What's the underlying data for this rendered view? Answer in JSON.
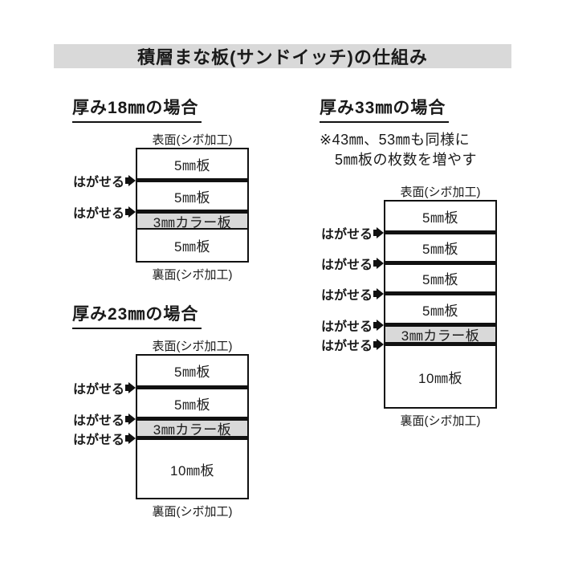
{
  "title": "積層まな板(サンドイッチ)の仕組み",
  "colors": {
    "title_bar_bg": "#d9d9d9",
    "color_board_bg": "#d9d9d9",
    "line": "#111111",
    "background": "#ffffff"
  },
  "sections": [
    {
      "heading": "厚み18㎜の場合",
      "surface_label": "表面(シボ加工)",
      "back_label": "裏面(シボ加工)",
      "peel_label": "はがせる",
      "layers": [
        "5㎜板",
        "5㎜板",
        "3㎜カラー板",
        "5㎜板"
      ],
      "peel_count": 2
    },
    {
      "heading": "厚み23㎜の場合",
      "surface_label": "表面(シボ加工)",
      "back_label": "裏面(シボ加工)",
      "peel_label": "はがせる",
      "layers": [
        "5㎜板",
        "5㎜板",
        "3㎜カラー板",
        "10㎜板"
      ],
      "peel_count": 3
    },
    {
      "heading": "厚み33㎜の場合",
      "note_lines": [
        "※43㎜、53㎜も同様に",
        "5㎜板の枚数を増やす"
      ],
      "surface_label": "表面(シボ加工)",
      "back_label": "裏面(シボ加工)",
      "peel_label": "はがせる",
      "layers": [
        "5㎜板",
        "5㎜板",
        "5㎜板",
        "5㎜板",
        "3㎜カラー板",
        "10㎜板"
      ],
      "peel_count": 5
    }
  ]
}
